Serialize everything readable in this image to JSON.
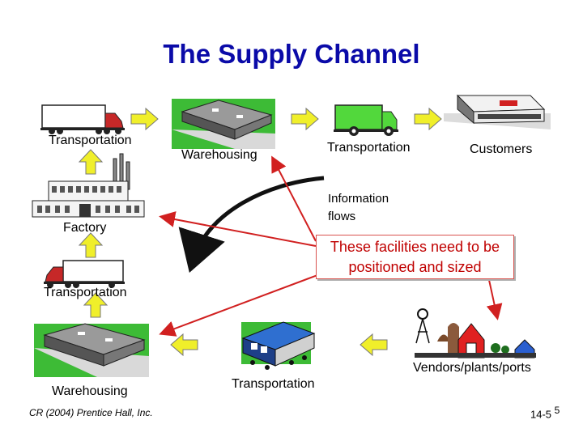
{
  "title": "The Supply Channel",
  "labels": {
    "transportation_top_left": "Transportation",
    "warehousing_top": "Warehousing",
    "transportation_top_mid": "Transportation",
    "customers": "Customers",
    "factory": "Factory",
    "transportation_left": "Transportation",
    "warehousing_bottom": "Warehousing",
    "transportation_bottom": "Transportation",
    "vendors": "Vendors/plants/ports"
  },
  "information_flows": [
    "Information",
    "flows"
  ],
  "callout": [
    "These facilities need to be",
    "positioned and sized"
  ],
  "footer": "CR (2004) Prentice Hall, Inc.",
  "page_number": "14-5",
  "page_superscript": "5",
  "colors": {
    "title": "#0a0aa8",
    "flow_arrow": "#f0ef2a",
    "callout_text": "#c00000",
    "pointer_lines": "#d12020"
  }
}
